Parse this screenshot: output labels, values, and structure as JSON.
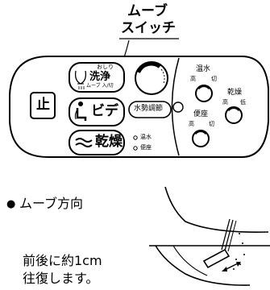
{
  "callout": {
    "line1": "ムーブ",
    "line2": "スイッチ"
  },
  "panel": {
    "wash": {
      "top_label": "おしり",
      "main_label": "洗浄",
      "sub_label": "ムーブ 入/切"
    },
    "bidet_label": "ビデ",
    "dry_label": "乾燥",
    "stop_label": "止",
    "water_pressure_label": "水勢調節",
    "indicators": [
      "温水",
      "便座"
    ],
    "warm_water": {
      "title": "温水",
      "high": "高",
      "off": "切"
    },
    "dryer": {
      "title": "乾燥",
      "high": "高",
      "low": "低"
    },
    "seat": {
      "title": "便座",
      "high": "高",
      "off": "切"
    }
  },
  "section": {
    "bullet": "●",
    "heading": "ムーブ方向"
  },
  "description": {
    "line1": "前後に約1cm",
    "line2": "往復します。"
  },
  "colors": {
    "ink": "#000000",
    "panel_fill": "#ffffff"
  }
}
